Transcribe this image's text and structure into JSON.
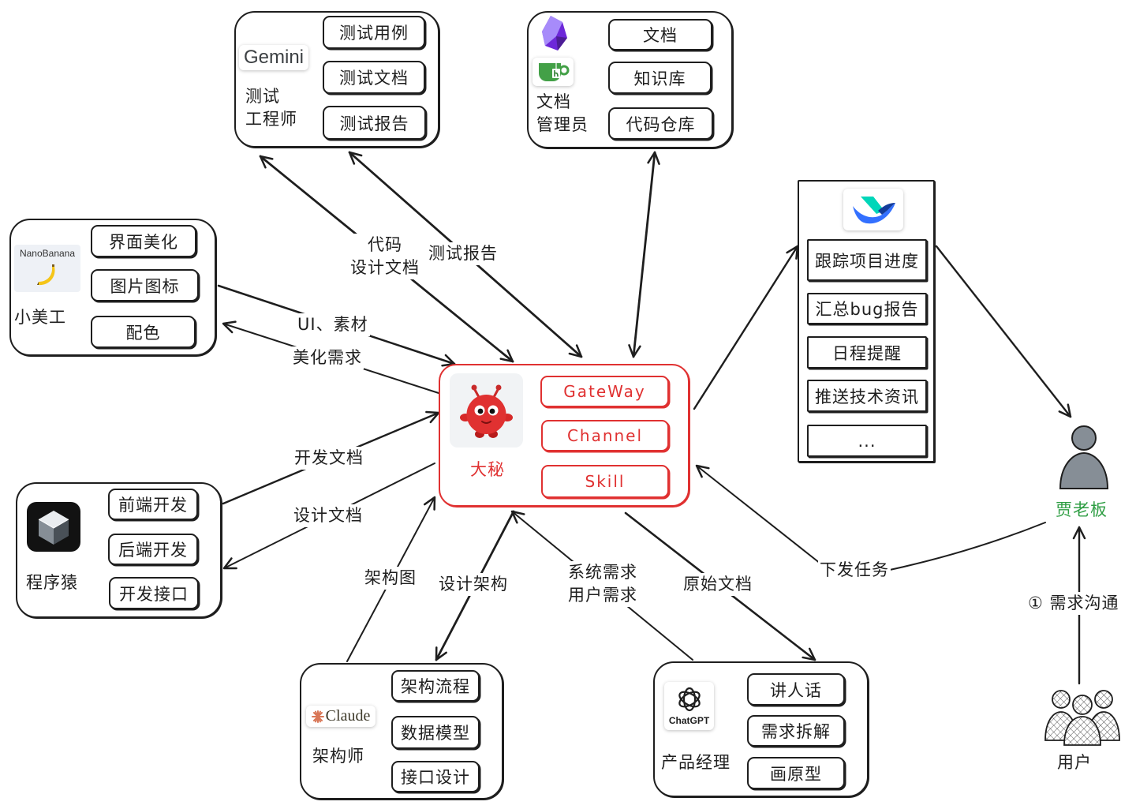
{
  "colors": {
    "ink": "#1e1e1e",
    "central": "#e03131",
    "boss": "#2f9e44",
    "person": "#868e96"
  },
  "central": {
    "name": "大秘",
    "icon": "red-monster-icon",
    "modules": [
      "GateWay",
      "Channel",
      "Skill"
    ]
  },
  "roles": {
    "tester": {
      "logo": "Gemini",
      "name": "测试\n工程师",
      "tasks": [
        "测试用例",
        "测试文档",
        "测试报告"
      ]
    },
    "doc_manager": {
      "icons": [
        "obsidian-icon",
        "tea-cup-icon"
      ],
      "name": "文档\n管理员",
      "tasks": [
        "文档",
        "知识库",
        "代码仓库"
      ]
    },
    "designer": {
      "logo": "NanoBanana",
      "logo_icon": "banana-icon",
      "name": "小美工",
      "tasks": [
        "界面美化",
        "图片图标",
        "配色"
      ]
    },
    "programmer": {
      "icon": "cube-icon",
      "name": "程序猿",
      "tasks": [
        "前端开发",
        "后端开发",
        "开发接口"
      ]
    },
    "architect": {
      "logo": "Claude",
      "logo_icon": "claude-star-icon",
      "name": "架构师",
      "tasks": [
        "架构流程",
        "数据模型",
        "接口设计"
      ]
    },
    "product_manager": {
      "logo": "ChatGPT",
      "logo_icon": "chatgpt-knot-icon",
      "name": "产品经理",
      "tasks": [
        "讲人话",
        "需求拆解",
        "画原型"
      ]
    }
  },
  "feishu": {
    "icon": "feishu-icon",
    "items": [
      "跟踪项目进度",
      "汇总bug报告",
      "日程提醒",
      "推送技术资讯",
      "..."
    ]
  },
  "boss": {
    "icon": "person-icon",
    "name": "贾老板"
  },
  "users": {
    "icon": "users-group-icon",
    "name": "用户"
  },
  "flows": {
    "code_design_docs": "代码\n设计文档",
    "test_report": "测试报告",
    "ui_assets": "UI、素材",
    "beautify_request": "美化需求",
    "dev_docs": "开发文档",
    "design_docs": "设计文档",
    "architecture_diagram": "架构图",
    "design_architecture": "设计架构",
    "requirements": "系统需求\n用户需求",
    "raw_docs": "原始文档",
    "dispatch_tasks": "下发任务",
    "requirement_communication": "① 需求沟通"
  }
}
